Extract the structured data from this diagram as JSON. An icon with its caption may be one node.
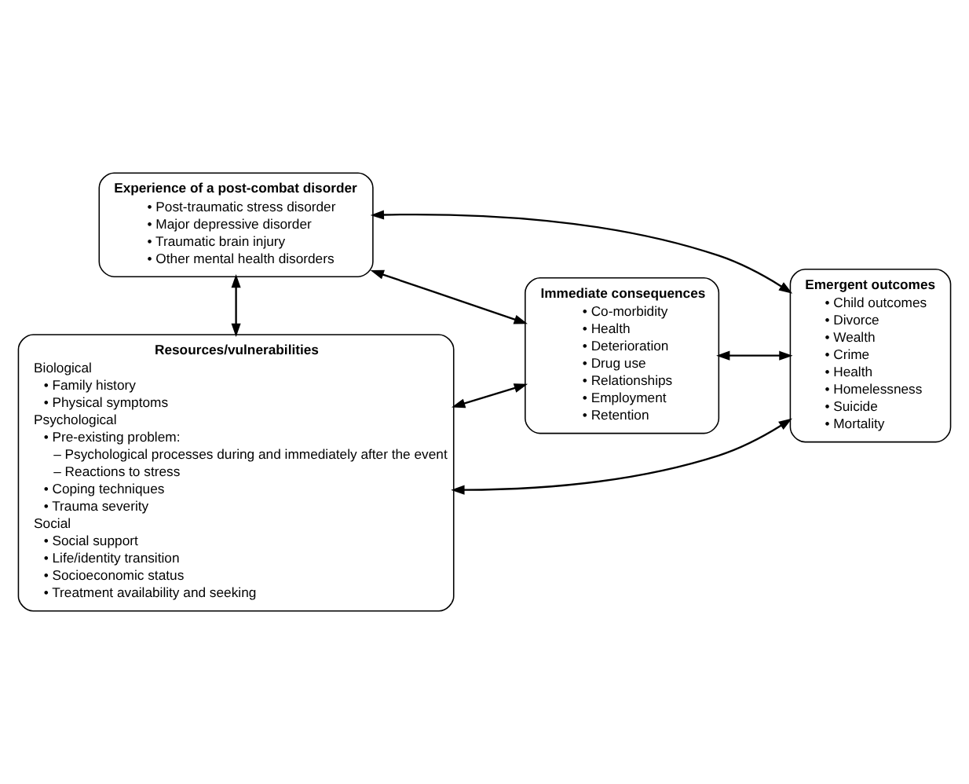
{
  "diagram": {
    "nodes": [
      {
        "text": [
          "Experience of a post-combat disorder",
          "• Post-traumatic stress disorder",
          "• Major depressive disorder",
          "• Traumatic brain injury",
          "• Other mental health disorders"
        ]
      },
      {
        "text": [
          "Emergent outcomes",
          "• Child outcomes",
          "• Divorce",
          "• Wealth",
          "• Crime",
          "• Health",
          "• Homelessness",
          "• Suicide",
          "• Mortality"
        ]
      },
      {
        "text": [
          "Immediate consequences",
          "• Co-morbidity",
          "• Health",
          "• Deterioration",
          "• Drug use",
          "• Relationships",
          "• Employment",
          "• Retention"
        ]
      },
      {
        "text": [
          "Resources/vulnerabilities",
          "Biological",
          "• Family history",
          "• Physical symptoms",
          "Psychological",
          "• Pre-existing problem:",
          "– Psychological processes during and immediately after the event",
          "– Reactions to stress",
          "• Coping techniques",
          "• Trauma severity",
          "Social",
          "• Social support",
          "• Life/identity transition",
          "• Socioeconomic status",
          "• Treatment availability and seeking"
        ]
      }
    ],
    "edges": [
      {
        "from": 0,
        "to": 1,
        "arrow": "both"
      },
      {
        "from": 0,
        "to": 2,
        "arrow": "both"
      },
      {
        "from": 0,
        "to": 3,
        "arrow": "both"
      },
      {
        "from": 3,
        "to": 2,
        "arrow": "both"
      },
      {
        "from": 2,
        "to": 1,
        "arrow": "both"
      },
      {
        "from": 3,
        "to": 1,
        "arrow": "both"
      }
    ]
  }
}
